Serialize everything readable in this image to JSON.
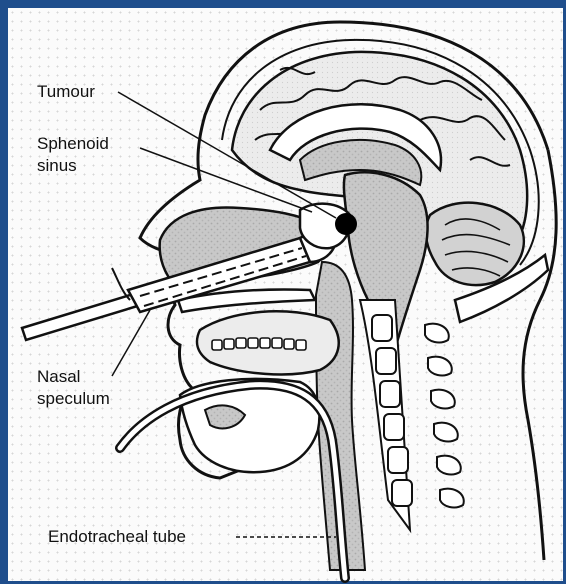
{
  "labels": {
    "tumour": "Tumour",
    "sphenoid_line1": "Sphenoid",
    "sphenoid_line2": "sinus",
    "nasal_line1": "Nasal",
    "nasal_line2": "speculum",
    "tube": "Endotracheal tube"
  },
  "colors": {
    "frame": "#1f4e8c",
    "outline": "#111111",
    "tissue_shade": "#c4c4c4",
    "tumour": "#000000"
  }
}
